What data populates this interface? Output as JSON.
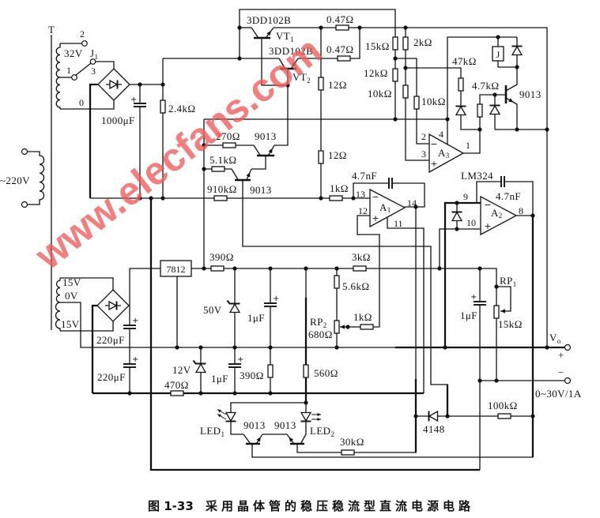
{
  "caption": {
    "figure_no": "图 1-33",
    "title": "采用晶体管的稳压稳流型直流电源电路"
  },
  "watermark": "www.elecfans.com",
  "transformer": {
    "name": "T",
    "primary_voltage": "~220V",
    "main_winding": {
      "terminal_top": "2",
      "terminal_tap": "1",
      "terminal_bottom": "0",
      "tap_voltage": "32V"
    },
    "aux_winding": {
      "top": "15V",
      "center": "0V",
      "bottom": "15V"
    }
  },
  "relay_contact": {
    "name": "J",
    "sub": "1",
    "terminal": "3"
  },
  "main_rectifier": {
    "filter_cap": "1000μF",
    "polarity": "+",
    "bleeder_resistor": "2.4kΩ"
  },
  "pass_stage": {
    "vt1": {
      "name": "VT",
      "sub": "1",
      "part": "3DD102B",
      "emitter_resistor": "0.47Ω"
    },
    "vt2": {
      "name": "VT",
      "sub": "2",
      "part": "3DD102B",
      "emitter_resistor": "0.47Ω"
    },
    "driver_upper": {
      "part": "9013",
      "resistor": "270Ω"
    },
    "driver_lower": {
      "part": "9013",
      "resistor": "5.1kΩ"
    },
    "bias_resistor": "910kΩ"
  },
  "current_sense": {
    "resistor_upper": "12Ω",
    "resistor_lower": "12Ω",
    "input_resistor": "1kΩ"
  },
  "protection": {
    "r_15k": "15kΩ",
    "r_12k": "12kΩ",
    "r_2k": "2kΩ",
    "r_10k_a": "10kΩ",
    "r_10k_b": "10kΩ",
    "r_47k": "47kΩ",
    "r_4k7": "4.7kΩ",
    "transistor": "9013",
    "relay_coil": "J"
  },
  "op_amps": {
    "part": "LM324",
    "minus_mark": "−",
    "plus_mark": "+",
    "a1": {
      "name": "A",
      "sub": "1",
      "pin_inv": "13",
      "pin_noninv": "12",
      "pin_out": "14",
      "pin_vneg": "11",
      "feedback_cap": "4.7nF"
    },
    "a2": {
      "name": "A",
      "sub": "2",
      "pin_inv": "9",
      "pin_noninv": "10",
      "pin_out": "8",
      "feedback_cap": "4.7nF"
    },
    "a3": {
      "name": "A",
      "sub": "3",
      "pin_inv": "2",
      "pin_noninv": "3",
      "pin_vpos": "4",
      "pin_out": "1"
    }
  },
  "aux_supply": {
    "cap_upper": "220μF",
    "cap_lower": "220μF",
    "polarity": "+",
    "regulator": "7812",
    "series_resistor": "390Ω",
    "ref_zener": "50V",
    "ref_cap": "1μF",
    "ref_resistor": "390Ω",
    "neg_zener": "12V",
    "neg_resistor": "470Ω",
    "neg_cap": "1μF"
  },
  "voltage_adjust": {
    "r_3k": "3kΩ",
    "r_5k6": "5.6kΩ",
    "rp2": {
      "name": "RP",
      "sub": "2",
      "value": "680Ω"
    },
    "wiper_resistor": "1kΩ"
  },
  "current_adjust": {
    "rp1": {
      "name": "RP",
      "sub": "1",
      "value": "15kΩ"
    },
    "cap": "1μF",
    "polarity": "+",
    "diode": "4148",
    "r_100k": "100kΩ"
  },
  "indicators": {
    "led_resistor": "560Ω",
    "led1": {
      "name": "LED",
      "sub": "1"
    },
    "led2": {
      "name": "LED",
      "sub": "2"
    },
    "q_led1": "9013",
    "q_led2": "9013",
    "base_resistor": "30kΩ"
  },
  "output": {
    "name": "V",
    "sub": "o",
    "plus": "+",
    "minus": "−",
    "rating": "0~30V/1A"
  }
}
